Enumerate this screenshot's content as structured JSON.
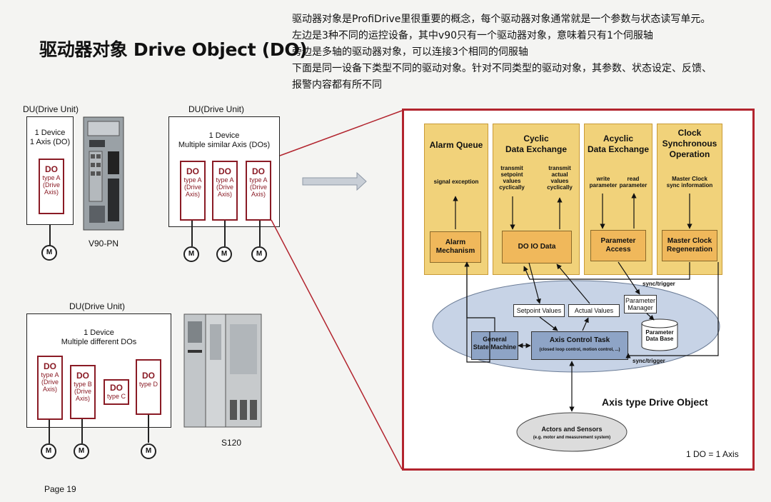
{
  "slide": {
    "title": "驱动器对象 Drive Object (DO)",
    "description": [
      "驱动器对象是ProfiDrive里很重要的概念，每个驱动器对象通常就是一个参数与状态读写单元。",
      "左边是3种不同的运控设备，其中v90只有一个驱动器对象，意味着只有1个伺服轴",
      "旁边是多轴的驱动器对象，可以连接3个相同的伺服轴",
      "下面是同一设备下类型不同的驱动对象。针对不同类型的驱动对象，其参数、状态设定、反馈、",
      "报警内容都有所不同"
    ],
    "page": "Page 19"
  },
  "examples": {
    "single": {
      "label": "DU(Drive Unit)",
      "box_text": [
        "1 Device",
        "1 Axis (DO)"
      ],
      "dos": [
        {
          "main": "DO",
          "sub": [
            "type A",
            "(Drive",
            "Axis)"
          ]
        }
      ],
      "motor": "M",
      "device_label": "V90-PN"
    },
    "similar": {
      "label": "DU(Drive Unit)",
      "box_text": [
        "1 Device",
        "Multiple similar Axis (DOs)"
      ],
      "dos": [
        {
          "main": "DO",
          "sub": [
            "type A",
            "(Drive",
            "Axis)"
          ]
        },
        {
          "main": "DO",
          "sub": [
            "type A",
            "(Drive",
            "Axis)"
          ]
        },
        {
          "main": "DO",
          "sub": [
            "type A",
            "(Drive",
            "Axis)"
          ]
        }
      ],
      "motor": "M"
    },
    "different": {
      "label": "DU(Drive Unit)",
      "box_text": [
        "1 Device",
        "Multiple different DOs"
      ],
      "dos": [
        {
          "main": "DO",
          "sub": [
            "type A",
            "(Drive",
            "Axis)"
          ]
        },
        {
          "main": "DO",
          "sub": [
            "type B",
            "(Drive",
            "Axis)"
          ]
        },
        {
          "main": "DO",
          "sub": [
            "type C"
          ]
        },
        {
          "main": "DO",
          "sub": [
            "type D"
          ]
        }
      ],
      "motor": "M",
      "device_label": "S120"
    }
  },
  "detail": {
    "panels": [
      {
        "title": [
          "Alarm Queue"
        ],
        "notes": [
          "signal exception"
        ],
        "inner": [
          "Alarm",
          "Mechanism"
        ]
      },
      {
        "title": [
          "Cyclic",
          "Data Exchange"
        ],
        "notes_left": [
          "transmit",
          "setpoint",
          "values",
          "cyclically"
        ],
        "notes_right": [
          "transmit",
          "actual",
          "values",
          "cyclically"
        ],
        "inner": [
          "DO IO Data"
        ]
      },
      {
        "title": [
          "Acyclic",
          "Data Exchange"
        ],
        "notes_left": [
          "write",
          "parameter"
        ],
        "notes_right": [
          "read",
          "parameter"
        ],
        "inner": [
          "Parameter",
          "Access"
        ]
      },
      {
        "title": [
          "Clock",
          "Synchronous",
          "Operation"
        ],
        "notes": [
          "Master Clock",
          "sync information"
        ],
        "inner": [
          "Master Clock",
          "Regeneration"
        ]
      }
    ],
    "sync_top": "sync/trigger",
    "sync_bottom": "sync/trigger",
    "setpoint_values": "Setpoint Values",
    "actual_values": "Actual Values",
    "parameter_manager": [
      "Parameter",
      "Manager"
    ],
    "parameter_db": [
      "Parameter",
      "Data Base"
    ],
    "general_state_machine": [
      "General",
      "State Machine"
    ],
    "axis_control_task": "Axis Control Task",
    "axis_control_sub": "(closed loop control, motion control, ...)",
    "axis_type_label": "Axis type Drive Object",
    "actors_sensors": "Actors and Sensors",
    "actors_sensors_sub": "(e.g. motor and measurement system)",
    "do_equation": "1 DO = 1 Axis"
  },
  "colors": {
    "do_border": "#8a1b25",
    "detail_frame": "#b2242e",
    "panel_fill": "#f1d27a",
    "inner_fill": "#f0b85b",
    "ellipse_fill": "#c7d3e6",
    "task_fill": "#8ea4c6"
  }
}
